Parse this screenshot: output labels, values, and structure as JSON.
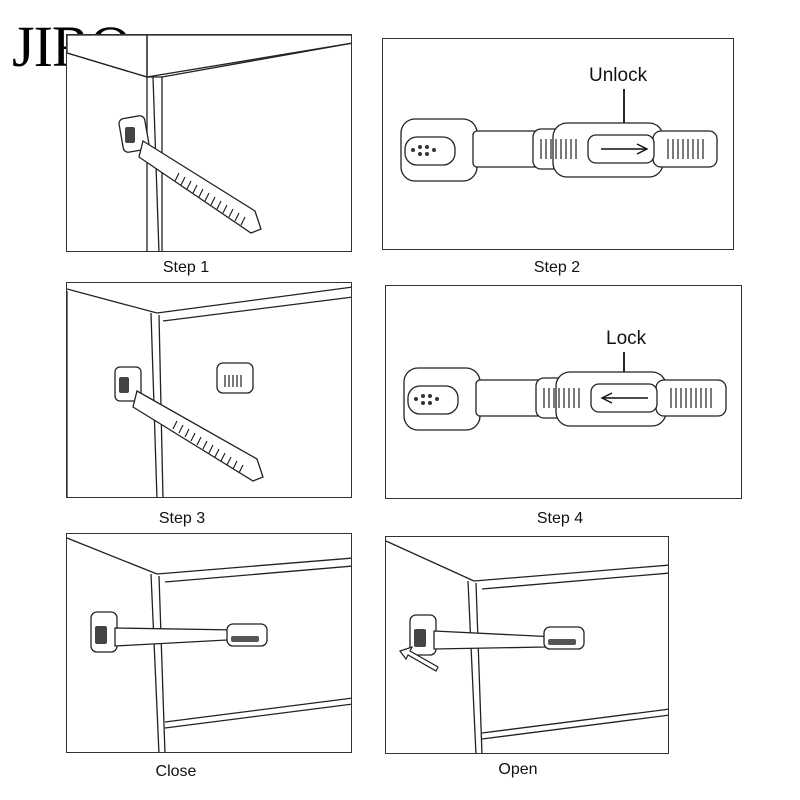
{
  "brand": "JIRO",
  "captions": {
    "step1": "Step 1",
    "step2": "Step 2",
    "step3": "Step 3",
    "step4": "Step 4",
    "close": "Close",
    "open": "Open"
  },
  "labels": {
    "unlock": "Unlock",
    "lock": "Lock"
  }
}
